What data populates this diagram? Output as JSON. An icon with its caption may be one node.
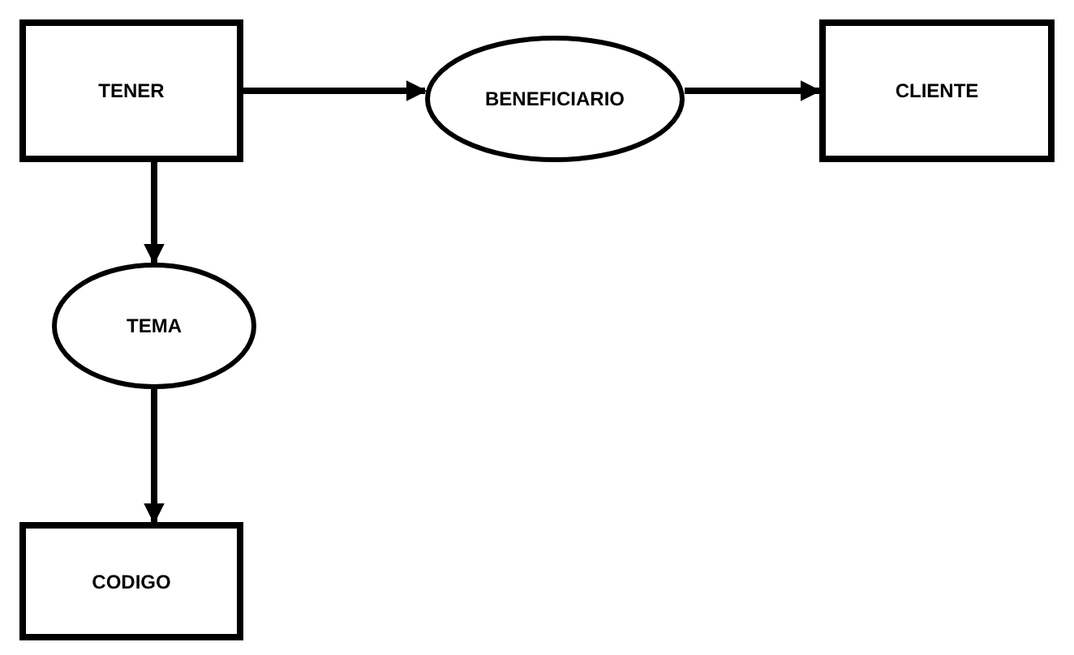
{
  "diagram": {
    "nodes": [
      {
        "text": [
          "TENER"
        ]
      },
      {
        "text": [
          "BENEFICIARIO"
        ]
      },
      {
        "text": [
          "CLIENTE"
        ]
      },
      {
        "text": [
          "TEMA"
        ]
      },
      {
        "text": [
          "CODIGO"
        ]
      }
    ],
    "edges": [
      {
        "from": 0,
        "to": 1,
        "arrow": "to"
      },
      {
        "from": 1,
        "to": 2,
        "arrow": "to"
      },
      {
        "from": 0,
        "to": 3,
        "arrow": "to"
      },
      {
        "from": 3,
        "to": 4,
        "arrow": "to"
      }
    ]
  }
}
